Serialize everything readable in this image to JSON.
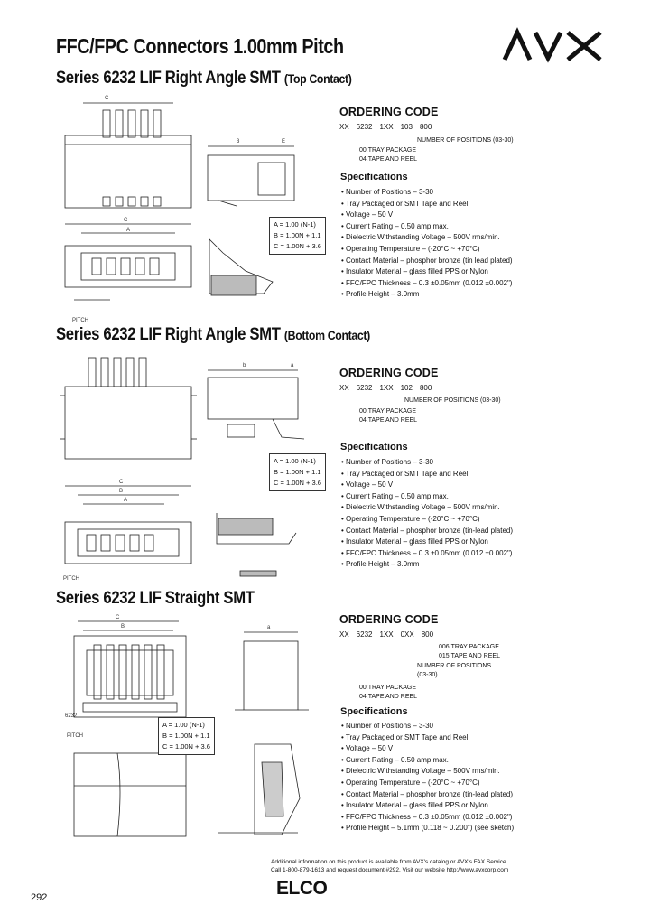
{
  "header": {
    "title": "FFC/FPC Connectors 1.00mm Pitch",
    "logo_text": "AVX"
  },
  "sections": [
    {
      "series_title": "Series 6232 LIF Right Angle SMT",
      "series_sub": "(Top Contact)",
      "ordering": {
        "title": "ORDERING CODE",
        "code_parts": [
          "XX",
          "6232",
          "1XX",
          "103",
          "800"
        ],
        "notes": [
          "NUMBER OF POSITIONS (03-30)",
          "00:TRAY PACKAGE",
          "04:TAPE AND REEL"
        ]
      },
      "spec_title": "Specifications",
      "specs": [
        "Number of Positions – 3-30",
        "Tray Packaged or SMT Tape and Reel",
        "Voltage – 50 V",
        "Current Rating – 0.50 amp max.",
        "Dielectric Withstanding Voltage – 500V rms/min.",
        "Operating Temperature – (-20°C ~ +70°C)",
        "Contact Material – phosphor bronze (tin lead plated)",
        "Insulator Material – glass filled PPS or Nylon",
        "FFC/FPC Thickness – 0.3 ±0.05mm (0.012 ±0.002\")",
        "Profile Height – 3.0mm"
      ],
      "dims": [
        "A = 1.00 (N-1)",
        "B = 1.00N + 1.1",
        "C = 1.00N + 3.6"
      ],
      "pitch_label": "PITCH"
    },
    {
      "series_title": "Series 6232 LIF Right Angle SMT",
      "series_sub": "(Bottom Contact)",
      "ordering": {
        "title": "ORDERING CODE",
        "code_parts": [
          "XX",
          "6232",
          "1XX",
          "102",
          "800"
        ],
        "notes": [
          "NUMBER OF POSITIONS (03-30)",
          "00:TRAY PACKAGE",
          "04:TAPE AND REEL"
        ]
      },
      "spec_title": "Specifications",
      "specs": [
        "Number of Positions – 3-30",
        "Tray Packaged or SMT Tape and Reel",
        "Voltage – 50 V",
        "Current Rating – 0.50 amp max.",
        "Dielectric Withstanding Voltage – 500V rms/min.",
        "Operating Temperature – (-20°C ~ +70°C)",
        "Contact Material – phosphor bronze (tin-lead plated)",
        "Insulator Material – glass filled PPS or Nylon",
        "FFC/FPC Thickness – 0.3 ±0.05mm (0.012 ±0.002\")",
        "Profile Height – 3.0mm"
      ],
      "dims": [
        "A = 1.00 (N-1)",
        "B = 1.00N + 1.1",
        "C = 1.00N + 3.6"
      ],
      "pitch_label": "PITCH"
    },
    {
      "series_title": "Series 6232 LIF Straight SMT",
      "series_sub": "",
      "ordering": {
        "title": "ORDERING CODE",
        "code_parts": [
          "XX",
          "6232",
          "1XX",
          "0XX",
          "800"
        ],
        "notes": [
          "006:TRAY PACKAGE",
          "015:TAPE AND REEL",
          "NUMBER OF POSITIONS",
          "(03-30)",
          "00:TRAY PACKAGE",
          "04:TAPE AND REEL"
        ]
      },
      "spec_title": "Specifications",
      "specs": [
        "Number of Positions – 3-30",
        "Tray Packaged or SMT Tape and Reel",
        "Voltage – 50 V",
        "Current Rating – 0.50 amp max.",
        "Dielectric Withstanding Voltage – 500V rms/min.",
        "Operating Temperature – (-20°C ~ +70°C)",
        "Contact Material – phosphor bronze (tin-lead plated)",
        "Insulator Material – glass filled PPS or Nylon",
        "FFC/FPC Thickness – 0.3 ±0.05mm (0.012 ±0.002\")",
        "Profile Height – 5.1mm (0.118 ~ 0.200\") (see sketch)"
      ],
      "dims": [
        "A = 1.00 (N-1)",
        "B = 1.00N + 1.1",
        "C = 1.00N + 3.6"
      ],
      "pitch_label": "PITCH"
    }
  ],
  "footer": {
    "note_line1": "Additional information on this product is available from AVX's catalog or AVX's FAX Service.",
    "note_line2": "Call 1-800-879-1613 and request document #292. Visit our website http://www.avxcorp.com",
    "brand": "ELCO",
    "page_number": "292"
  }
}
